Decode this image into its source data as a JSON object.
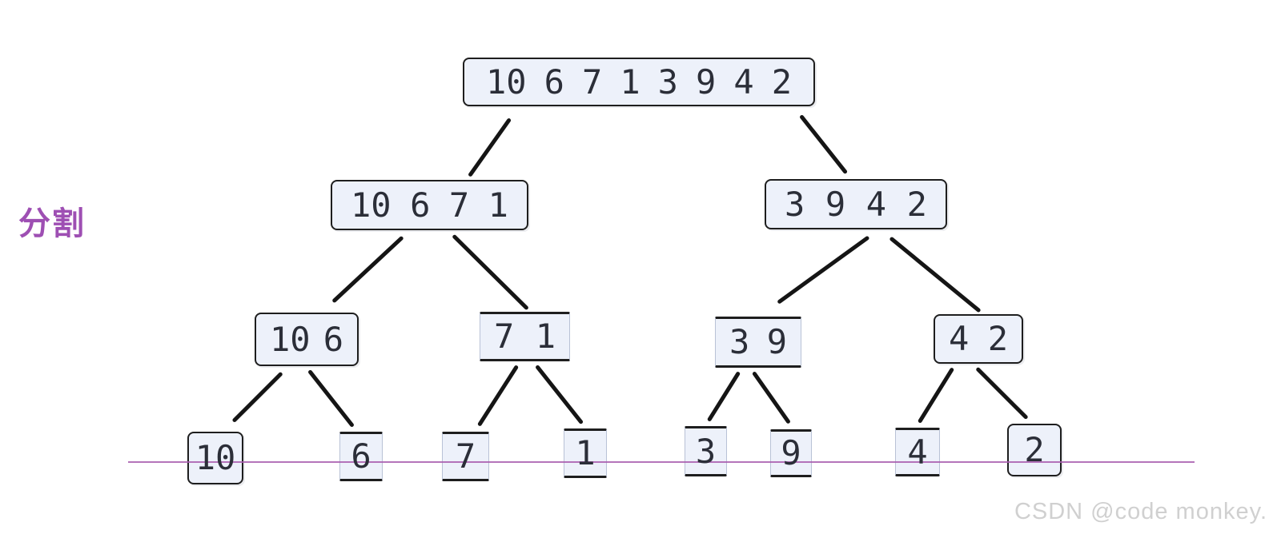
{
  "annotation": {
    "label": "分割"
  },
  "watermark": {
    "text": "CSDN @code monkey."
  },
  "colors": {
    "node_fill": "#edf1fa",
    "node_border": "#1e1e1e",
    "node_text": "#2b2e38",
    "edge": "#151515",
    "divider": "#a85cae",
    "annotation": "#9e4fb3",
    "watermark": "#d0d0d0"
  },
  "diagram": {
    "type": "binary-split-tree",
    "levels": 4,
    "nodes": {
      "root": {
        "values": [
          "10",
          "6",
          "7",
          "1",
          "3",
          "9",
          "4",
          "2"
        ]
      },
      "l2_left": {
        "values": [
          "10",
          "6",
          "7",
          "1"
        ]
      },
      "l2_right": {
        "values": [
          "3",
          "9",
          "4",
          "2"
        ]
      },
      "l3_a": {
        "values": [
          "10",
          "6"
        ]
      },
      "l3_b": {
        "values": [
          "7",
          "1"
        ]
      },
      "l3_c": {
        "values": [
          "3",
          "9"
        ]
      },
      "l3_d": {
        "values": [
          "4",
          "2"
        ]
      },
      "leaf_10": {
        "values": [
          "10"
        ]
      },
      "leaf_6": {
        "values": [
          "6"
        ]
      },
      "leaf_7": {
        "values": [
          "7"
        ]
      },
      "leaf_1": {
        "values": [
          "1"
        ]
      },
      "leaf_3": {
        "values": [
          "3"
        ]
      },
      "leaf_9": {
        "values": [
          "9"
        ]
      },
      "leaf_4": {
        "values": [
          "4"
        ]
      },
      "leaf_2": {
        "values": [
          "2"
        ]
      }
    },
    "edges": [
      {
        "from": "root",
        "to": "l2_left"
      },
      {
        "from": "root",
        "to": "l2_right"
      },
      {
        "from": "l2_left",
        "to": "l3_a"
      },
      {
        "from": "l2_left",
        "to": "l3_b"
      },
      {
        "from": "l2_right",
        "to": "l3_c"
      },
      {
        "from": "l2_right",
        "to": "l3_d"
      },
      {
        "from": "l3_a",
        "to": "leaf_10"
      },
      {
        "from": "l3_a",
        "to": "leaf_6"
      },
      {
        "from": "l3_b",
        "to": "leaf_7"
      },
      {
        "from": "l3_b",
        "to": "leaf_1"
      },
      {
        "from": "l3_c",
        "to": "leaf_3"
      },
      {
        "from": "l3_c",
        "to": "leaf_9"
      },
      {
        "from": "l3_d",
        "to": "leaf_4"
      },
      {
        "from": "l3_d",
        "to": "leaf_2"
      }
    ]
  }
}
